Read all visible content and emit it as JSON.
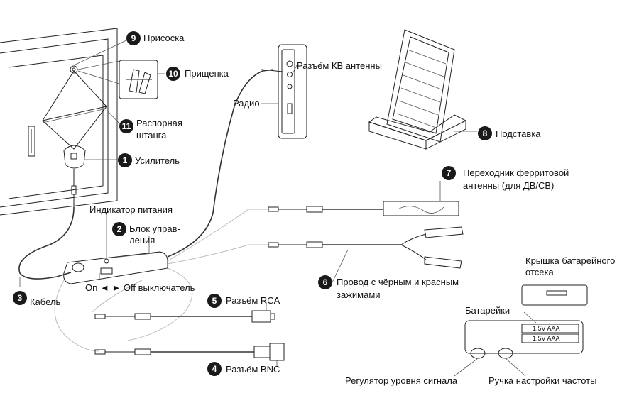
{
  "title": "",
  "parts": [
    {
      "num": "9",
      "label": "Присоска"
    },
    {
      "num": "10",
      "label": "Прищепка"
    },
    {
      "num": "11",
      "label_lines": [
        "Распорная",
        "штанга"
      ]
    },
    {
      "num": "1",
      "label": "Усилитель"
    },
    {
      "num": "2",
      "label_lines": [
        "Блок управ-",
        "ления"
      ]
    },
    {
      "num": "3",
      "label": "Кабель"
    },
    {
      "num": "4",
      "label": "Разъём BNC"
    },
    {
      "num": "5",
      "label": "Разъём RCA"
    },
    {
      "num": "6",
      "label_lines": [
        "Провод с чёрным и красным",
        "зажимами"
      ]
    },
    {
      "num": "7",
      "label_lines": [
        "Переходник ферритовой",
        "антенны (для ДВ/СВ)"
      ]
    },
    {
      "num": "8",
      "label": "Подставка"
    }
  ],
  "callouts": {
    "kv_socket": "Разъём КВ антенны",
    "radio": "Радио",
    "power_indicator": "Индикатор питания",
    "switch": "On ◄ ► Off выключатель",
    "battery_cover_lines": [
      "Крышка батарейного",
      "отсека"
    ],
    "batteries": "Батарейки",
    "level_knob": "Регулятор уровня сигнала",
    "tuning_knob": "Ручка настройки частоты"
  },
  "battery_markings": [
    "1.5V  AAA",
    "1.5V  AAA"
  ]
}
